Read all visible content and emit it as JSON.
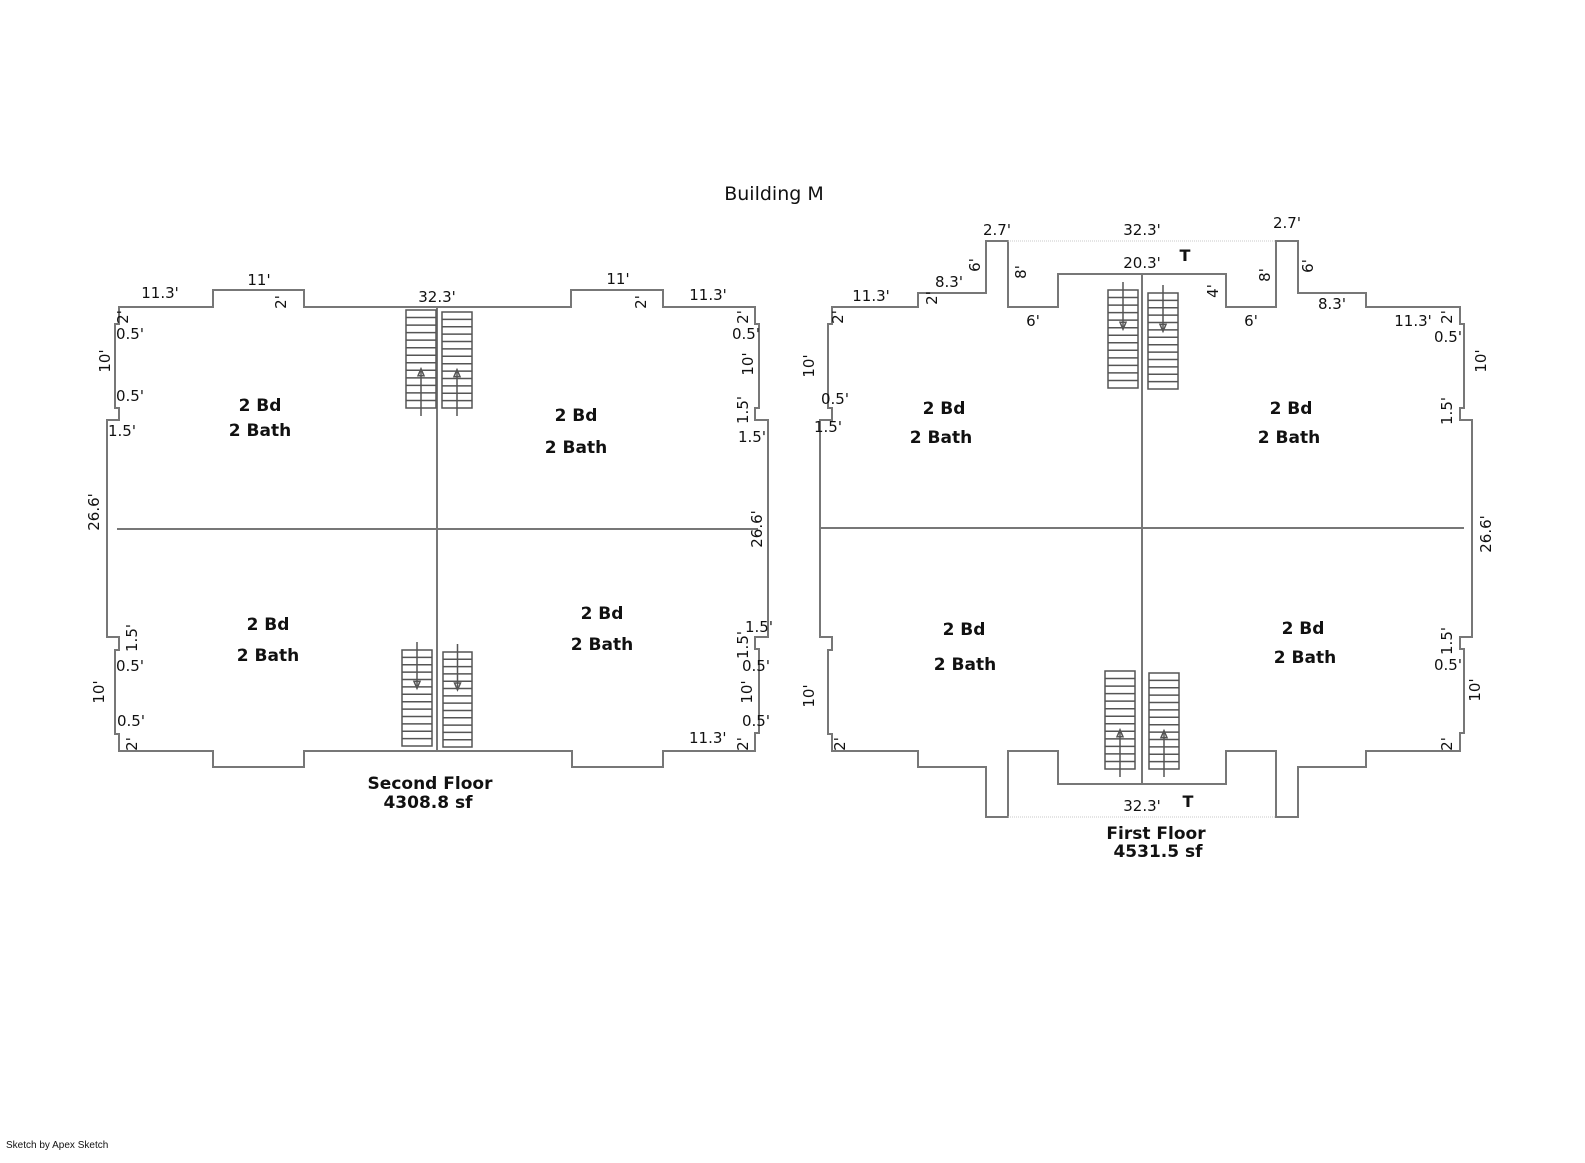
{
  "title": "Building M",
  "footer": "Sketch by Apex Sketch",
  "second_floor": {
    "label": "Second Floor",
    "area": "4308.8 sf",
    "units": [
      {
        "bd": "2 Bd",
        "bath": "2 Bath"
      },
      {
        "bd": "2 Bd",
        "bath": "2 Bath"
      },
      {
        "bd": "2 Bd",
        "bath": "2 Bath"
      },
      {
        "bd": "2 Bd",
        "bath": "2 Bath"
      }
    ],
    "dims": {
      "top_left_11_3": "11.3'",
      "top_left_11": "11'",
      "top_left_2": "2'",
      "top_center": "32.3'",
      "top_right_11": "11'",
      "top_right_2": "2'",
      "top_right_11_3": "11.3'",
      "left_2_top": "2'",
      "left_05_a": "0.5'",
      "left_10_top": "10'",
      "left_05_b": "0.5'",
      "left_15_top": "1.5'",
      "left_26_6": "26.6'",
      "left_15_bot": "1.5'",
      "left_05_c": "0.5'",
      "left_10_bot": "10'",
      "left_05_d": "0.5'",
      "left_2_bot": "2'",
      "right_2_top": "2'",
      "right_05_a": "0.5'",
      "right_10_top": "10'",
      "right_15_a": "1.5'",
      "right_15_b": "1.5'",
      "right_26_6": "26.6'",
      "right_15_c": "1.5'",
      "right_15_d": "1.5'",
      "right_05_c": "0.5'",
      "right_10_bot": "10'",
      "right_05_d": "0.5'",
      "bot_right_11_3": "11.3'",
      "right_2_bot": "2'"
    }
  },
  "first_floor": {
    "label": "First Floor",
    "area": "4531.5 sf",
    "units": [
      {
        "bd": "2 Bd",
        "bath": "2 Bath"
      },
      {
        "bd": "2 Bd",
        "bath": "2 Bath"
      },
      {
        "bd": "2 Bd",
        "bath": "2 Bath"
      },
      {
        "bd": "2 Bd",
        "bath": "2 Bath"
      }
    ],
    "terrace_mark_top": "T",
    "terrace_mark_bottom": "T",
    "dims": {
      "top_left_2_7": "2.7'",
      "top_32_3": "32.3'",
      "top_right_2_7": "2.7'",
      "top_20_3": "20.3'",
      "left_6v": "6'",
      "left_8v": "8'",
      "left_8_3": "8.3'",
      "left_11_3": "11.3'",
      "left_2a": "2'",
      "left_2b": "2'",
      "left_6h": "6'",
      "right_4v": "4'",
      "right_8v": "8'",
      "right_6v": "6'",
      "right_6h": "6'",
      "right_8_3": "8.3'",
      "right_11_3": "11.3'",
      "right_2a": "2'",
      "right_05a": "0.5'",
      "right_10_top": "10'",
      "right_15_top": "1.5'",
      "right_26_6": "26.6'",
      "left_10_top": "10'",
      "left_05": "0.5'",
      "left_15": "1.5'",
      "left_10_bot": "10'",
      "left_2_bot": "2'",
      "right_15_bot": "1.5'",
      "right_05_bot": "0.5'",
      "right_10_bot": "10'",
      "right_2_bot": "2'",
      "bottom_32_3": "32.3'"
    }
  }
}
